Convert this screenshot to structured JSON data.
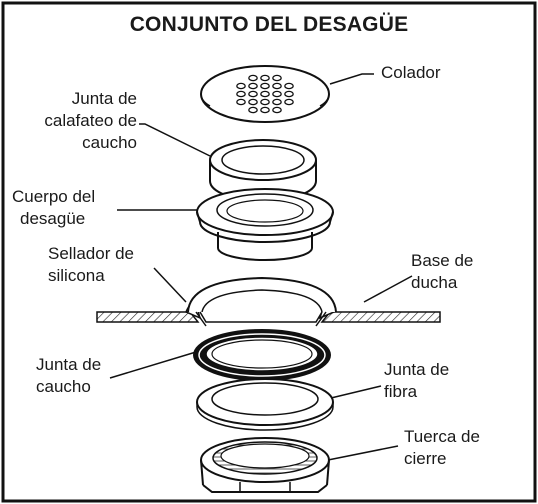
{
  "title": "CONJUNTO DEL DESAGÜE",
  "labels": {
    "colador": "Colador",
    "junta_calafateo": [
      "Junta de",
      "calafateo de",
      "caucho"
    ],
    "cuerpo_desague": [
      "Cuerpo del",
      "desagüe"
    ],
    "sellador": [
      "Sellador de",
      "silicona"
    ],
    "base_ducha": [
      "Base de",
      "ducha"
    ],
    "junta_caucho": [
      "Junta de",
      "caucho"
    ],
    "junta_fibra": [
      "Junta de",
      "fibra"
    ],
    "tuerca": [
      "Tuerca de",
      "cierre"
    ]
  }
}
